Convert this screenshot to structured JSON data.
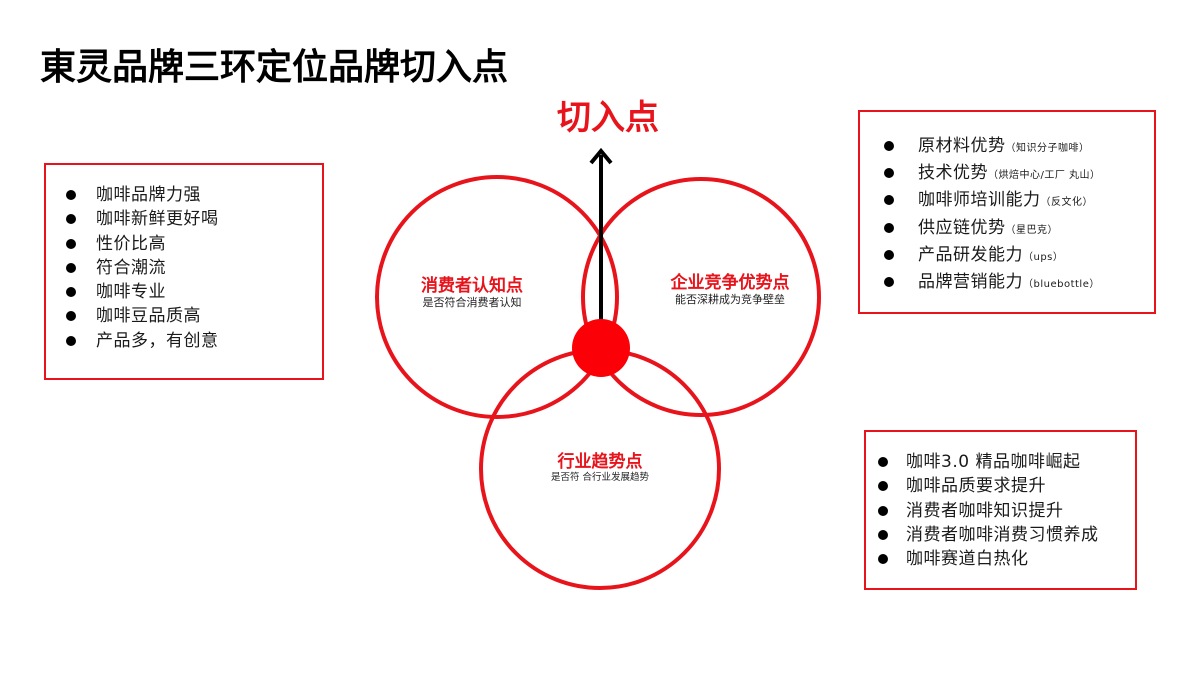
{
  "page": {
    "title": "東灵品牌三环定位品牌切入点"
  },
  "colors": {
    "accent_red": "#e8141c",
    "text_dark": "#1a1a1a"
  },
  "diagram": {
    "entry_point_label": "切入点",
    "arrow_icon": "arrow-up-icon",
    "circles": [
      {
        "id": "consumer",
        "title": "消费者认知点",
        "subtitle": "是否符合消费者认知"
      },
      {
        "id": "enterprise",
        "title": "企业竞争优势点",
        "subtitle": "能否深耕成为竞争壁垒"
      },
      {
        "id": "industry",
        "title": "行业趋势点",
        "subtitle": "是否符 合行业发展趋势"
      }
    ]
  },
  "left_box": {
    "items": [
      {
        "text": "咖啡品牌力强"
      },
      {
        "text": "咖啡新鲜更好喝"
      },
      {
        "text": "性价比高"
      },
      {
        "text": "符合潮流"
      },
      {
        "text": "咖啡专业"
      },
      {
        "text": "咖啡豆品质高"
      },
      {
        "text": "产品多，有创意"
      }
    ]
  },
  "top_right_box": {
    "items": [
      {
        "text": "原材料优势",
        "note": "（知识分子咖啡）"
      },
      {
        "text": "技术优势",
        "note": "（烘焙中心/工厂 丸山）"
      },
      {
        "text": "咖啡师培训能力",
        "note": "（反文化）"
      },
      {
        "text": "供应链优势",
        "note": "（星巴克）"
      },
      {
        "text": "产品研发能力",
        "note": "（ups）"
      },
      {
        "text": "品牌营销能力",
        "note": "（bluebottle）"
      }
    ]
  },
  "bottom_right_box": {
    "items": [
      {
        "text": "咖啡3.0 精品咖啡崛起"
      },
      {
        "text": "咖啡品质要求提升"
      },
      {
        "text": "消费者咖啡知识提升"
      },
      {
        "text": "消费者咖啡消费习惯养成"
      },
      {
        "text": "咖啡赛道白热化"
      }
    ]
  }
}
